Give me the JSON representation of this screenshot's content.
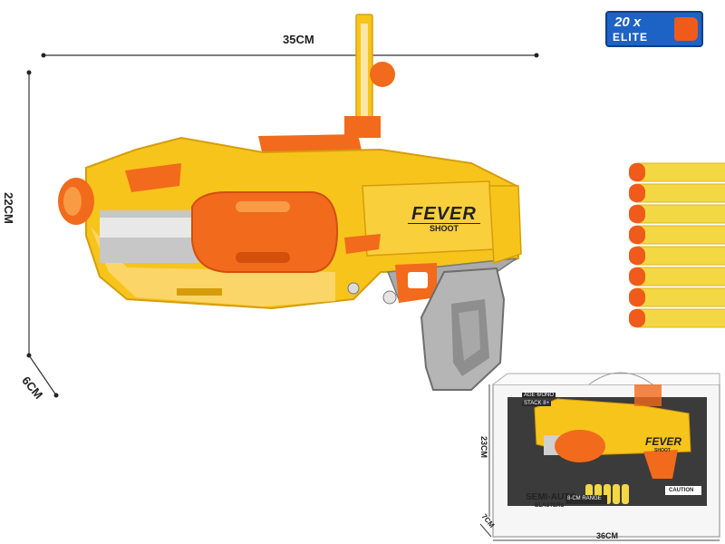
{
  "dimensions": {
    "length": "35CM",
    "height": "22CM",
    "depth": "6CM"
  },
  "logo": {
    "brand": "FEVER",
    "sub": "SHOOT"
  },
  "badge": {
    "count": "20 x",
    "label": "ELITE"
  },
  "package": {
    "width": "36CM",
    "height": "23CM",
    "depth": "7CM",
    "age_label": "AGE 6/ONO",
    "dart_label": "STACK 8+",
    "title": "SEMI-AUTO",
    "subtitle": "BLASTERS",
    "range": "8-CM RANGE",
    "caution": "CAUTION",
    "brand": "FEVER",
    "sub": "SHOOT"
  },
  "darts": {
    "count": 8,
    "body_color": "#f4d843",
    "tip_color": "#f05a1a"
  },
  "colors": {
    "blaster_yellow": "#f7c41c",
    "blaster_orange": "#f26a1b",
    "blaster_grey": "#9a9a9a",
    "badge_blue": "#1d63c6"
  }
}
